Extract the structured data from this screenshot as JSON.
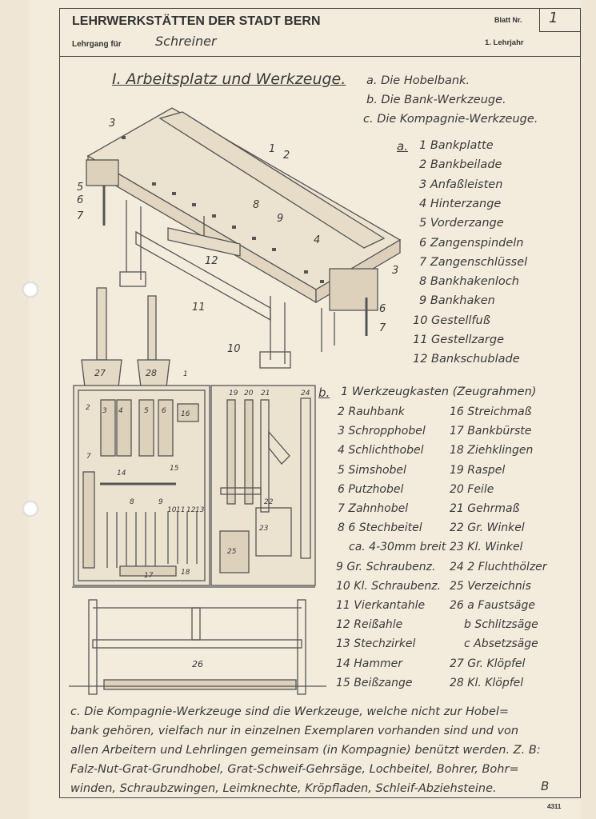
{
  "header": {
    "institution": "LEHRWERKSTÄTTEN DER STADT BERN",
    "course_label": "Lehrgang für",
    "course_value": "Schreiner",
    "sheet_label": "Blatt Nr.",
    "sheet_number": "1",
    "year_label": "1. Lehrjahr"
  },
  "title": "I. Arbeitsplatz und Werkzeuge.",
  "topics": [
    "a. Die Hobelbank.",
    "b. Die Bank-Werkzeuge.",
    "c. Die Kompagnie-Werkzeuge."
  ],
  "section_a": {
    "marker": "a.",
    "items": [
      "1 Bankplatte",
      "2 Bankbeilade",
      "3 Anfaßleisten",
      "4 Hinterzange",
      "5 Vorderzange",
      "6 Zangenspindeln",
      "7 Zangenschlüssel",
      "8 Bankhakenloch",
      "9 Bankhaken",
      "10 Gestellfuß",
      "11 Gestellzarge",
      "12 Bankschublade"
    ]
  },
  "section_b": {
    "marker": "b.",
    "first": "1 Werkzeugkasten (Zeugrahmen)",
    "left_col": [
      "2 Rauhbank",
      "3 Schropphobel",
      "4 Schlichthobel",
      "5 Simshobel",
      "6 Putzhobel",
      "7 Zahnhobel",
      "8 6 Stechbeitel",
      "ca. 4-30mm breit",
      "9 Gr. Schraubenz.",
      "10 Kl. Schraubenz.",
      "11 Vierkantahle",
      "12 Reißahle",
      "13 Stechzirkel",
      "14 Hammer",
      "15 Beißzange"
    ],
    "right_col": [
      "16 Streichmaß",
      "17 Bankbürste",
      "18 Ziehklingen",
      "19 Raspel",
      "20 Feile",
      "21 Gehrmaß",
      "22 Gr. Winkel",
      "23 Kl. Winkel",
      "24 2 Fluchthölzer",
      "25 Verzeichnis",
      "26 a Faustsäge",
      "b Schlitzsäge",
      "c Absetzsäge",
      "27 Gr. Klöpfel",
      "28 Kl. Klöpfel"
    ]
  },
  "bench_labels": [
    "1",
    "2",
    "3",
    "4",
    "5",
    "6",
    "7",
    "8",
    "9",
    "10",
    "11",
    "12",
    "3",
    "6",
    "7"
  ],
  "mallet_labels": [
    "27",
    "28"
  ],
  "toolbox_labels": [
    "1",
    "2",
    "3",
    "4",
    "5",
    "6",
    "7",
    "8",
    "9",
    "10",
    "11",
    "12",
    "13",
    "14",
    "15",
    "16",
    "17",
    "18",
    "19",
    "20",
    "21",
    "22",
    "23",
    "24",
    "25"
  ],
  "saw_label": "26",
  "section_c": {
    "lines": [
      "c. Die Kompagnie-Werkzeuge sind die Werkzeuge, welche nicht zur Hobel=",
      "bank gehören, vielfach nur in einzelnen Exemplaren vorhanden sind und von",
      "allen Arbeitern und Lehrlingen gemeinsam (in Kompagnie) benützt werden. Z. B:",
      "Falz-Nut-Grat-Grundhobel, Grat-Schweif-Gehrsäge, Lochbeitel, Bohrer, Bohr=",
      "winden, Schraubzwingen, Leimknechte, Kröpfladen, Schleif-Abziehsteine."
    ],
    "signature": "B"
  },
  "print_code": "4311"
}
